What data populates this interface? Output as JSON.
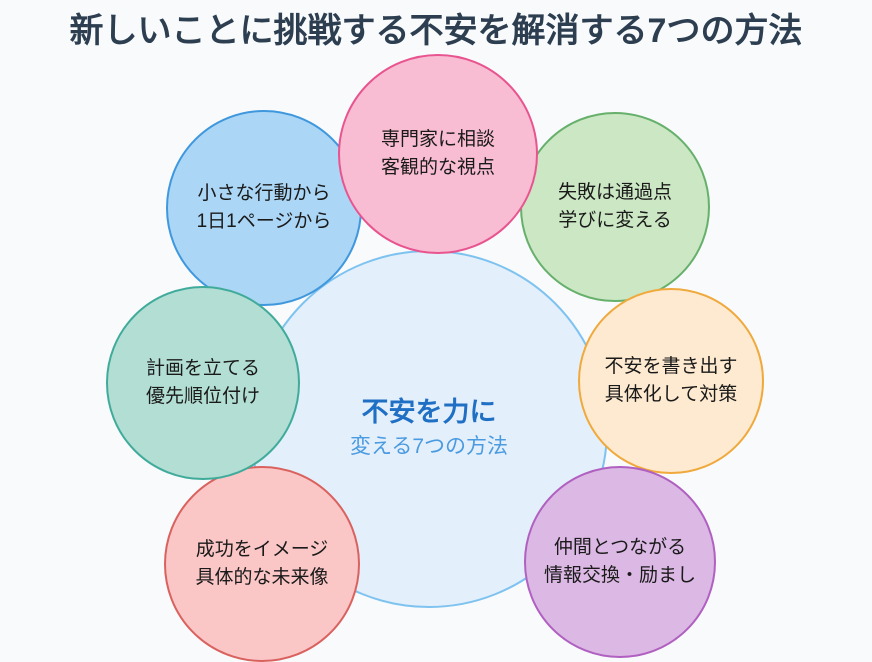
{
  "page": {
    "title": "新しいことに挑戦する不安を解消する7つの方法",
    "background_color": "#f8fafc",
    "title_color": "#2c3e50"
  },
  "center": {
    "line1": "不安を力に",
    "line2": "変える7つの方法",
    "fill_color": "#e4effc",
    "border_color": "#7ec3ef",
    "line1_color": "#1f6fc4",
    "line2_color": "#4a9be0"
  },
  "methods": [
    {
      "id": "expert-consult",
      "position": "top",
      "line1": "専門家に相談",
      "line2": "客観的な視点",
      "fill_color": "#f8bdd2",
      "border_color": "#e8548f"
    },
    {
      "id": "failure-is-waypoint",
      "position": "top-right",
      "line1": "失敗は通過点",
      "line2": "学びに変える",
      "fill_color": "#cbe7c4",
      "border_color": "#66b06b"
    },
    {
      "id": "write-out-anxiety",
      "position": "right",
      "line1": "不安を書き出す",
      "line2": "具体化して対策",
      "fill_color": "#fdead0",
      "border_color": "#f0a93c"
    },
    {
      "id": "connect-with-peers",
      "position": "bottom-right",
      "line1": "仲間とつながる",
      "line2": "情報交換・励まし",
      "fill_color": "#dcb8e4",
      "border_color": "#b060c0"
    },
    {
      "id": "imagine-success",
      "position": "bottom-left",
      "line1": "成功をイメージ",
      "line2": "具体的な未来像",
      "fill_color": "#fac6c6",
      "border_color": "#d9625f"
    },
    {
      "id": "make-a-plan",
      "position": "left",
      "line1": "計画を立てる",
      "line2": "優先順位付け",
      "fill_color": "#b2ded3",
      "border_color": "#41ab9b"
    },
    {
      "id": "small-actions",
      "position": "top-left",
      "line1": "小さな行動から",
      "line2": "1日1ページから",
      "fill_color": "#abd6f5",
      "border_color": "#3f97dd"
    }
  ]
}
